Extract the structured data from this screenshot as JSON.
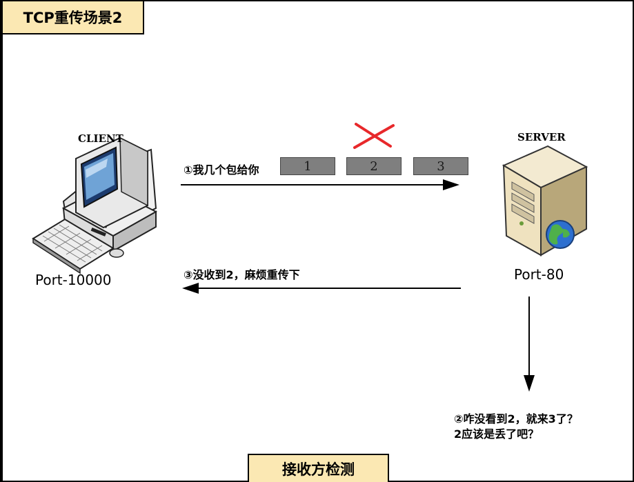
{
  "title": "TCP重传场景2",
  "bottom_label": "接收方检测",
  "client": {
    "label": "CLIENT",
    "port": "Port-10000"
  },
  "server": {
    "label": "SERVER",
    "port": "Port-80"
  },
  "step1": {
    "text": "①我几个包给你",
    "packets": [
      "1",
      "2",
      "3"
    ],
    "lost_packet": "2"
  },
  "step2": {
    "line1": "②咋没看到2，就来3了？",
    "line2": "2应该是丢了吧？"
  },
  "step3": {
    "text": "③没收到2，麻烦重传下"
  },
  "colors": {
    "tab_fill": "#fbe8b3",
    "packet_fill": "#7f7f7f",
    "lost_mark": "#e8282b"
  }
}
